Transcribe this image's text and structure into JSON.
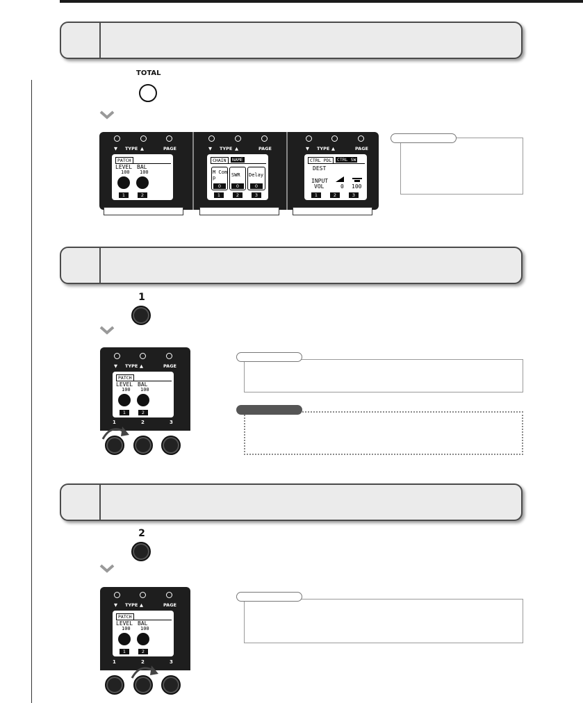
{
  "buttons": {
    "total": "TOTAL",
    "one": "1",
    "two": "2"
  },
  "panel": {
    "type": "TYPE",
    "page": "PAGE",
    "down": "▼",
    "up": "▲",
    "n1": "1",
    "n2": "2",
    "n3": "3"
  },
  "screens": {
    "patch": {
      "tab": "PATCH",
      "level": "LEVEL",
      "bal": "BAL",
      "level_val": "100",
      "bal_val": "100"
    },
    "chain": {
      "tab1": "CHAIN",
      "tab2": "NAME",
      "slot1a": "M Com",
      "slot1b": "p",
      "slot2": "SWR",
      "slot3": "Delay",
      "v": "0"
    },
    "ctrl": {
      "tab1": "CTRL PDL",
      "tab2": "CTRL SW",
      "dest": "DEST",
      "input": "INPUT",
      "vol": "VOL",
      "v2": "0",
      "v3": "100"
    }
  }
}
